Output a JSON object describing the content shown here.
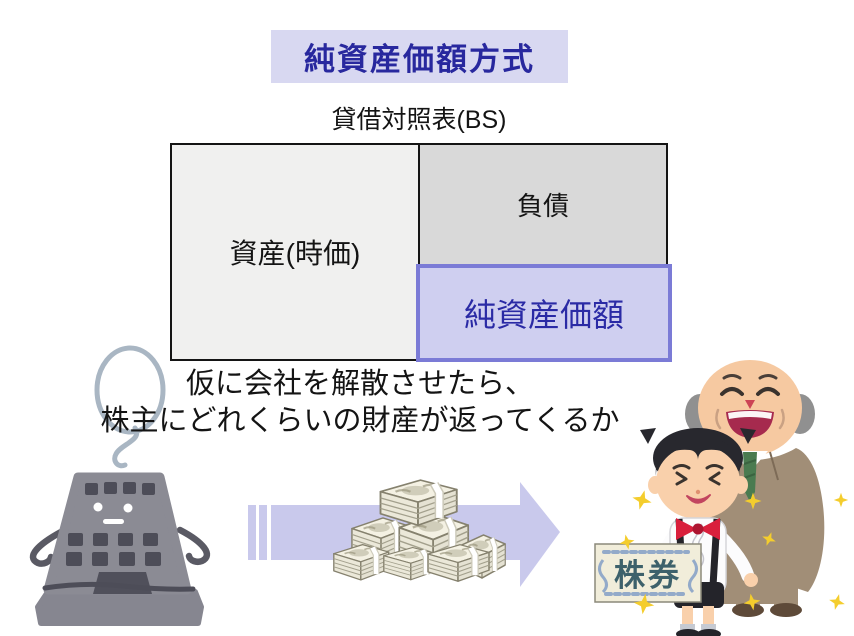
{
  "title": {
    "text": "純資産価額方式"
  },
  "balance_sheet": {
    "label": "貸借対照表(BS)",
    "cells": {
      "assets": "資産(時価)",
      "liabilities": "負債",
      "net_asset_value": "純資産価額"
    }
  },
  "caption": {
    "line1": "仮に会社を解散させたら、",
    "line2": "株主にどれくらいの財産が返ってくるか"
  },
  "illustration": {
    "certificate_text": "株券"
  },
  "colors": {
    "title_bg": "#d8d8f1",
    "title_text": "#28289e",
    "assets_bg": "#f0f0ef",
    "liabilities_bg": "#d9d9d9",
    "net_asset_bg": "#cfcff0",
    "net_asset_border": "#7b7bd6",
    "net_asset_text": "#2a2aa5",
    "table_border": "#141414",
    "arrow": "#c9c9ec",
    "sparkle": "#f4cd2d"
  }
}
